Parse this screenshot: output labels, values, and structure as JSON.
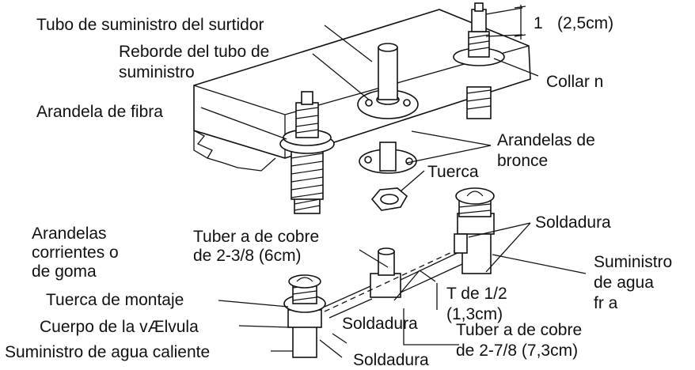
{
  "labels": {
    "supply_tube": "Tubo de suministro del surtidor",
    "supply_flange_1": "Reborde del tubo de",
    "supply_flange_2": "suministro",
    "dimension_value": "1",
    "dimension_metric": "(2,5cm)",
    "collar": "Collar n",
    "fiber_washer": "Arandela de fibra",
    "brass_washers_1": "Arandelas de",
    "brass_washers_2": "bronce",
    "nut": "Tuerca",
    "solder_top": "Soldadura",
    "washers_1": "Arandelas",
    "washers_2": "corrientes o",
    "washers_3": "de goma",
    "copper_pipe_38_1": "Tuber a de cobre",
    "copper_pipe_38_2": "de 2-3/8  (6cm)",
    "cold_supply_1": "Suministro",
    "cold_supply_2": "de agua",
    "cold_supply_3": "fr a",
    "mount_nut": "Tuerca de montaje",
    "tee_1": "T de 1/2",
    "tee_2": "(1,3cm)",
    "valve_body": "Cuerpo de la vÆlvula",
    "solder_mid": "Soldadura",
    "copper_pipe_78_1": "Tuber a de cobre",
    "copper_pipe_78_2": "de 2-7/8  (7,3cm)",
    "hot_supply": "Suministro de agua caliente",
    "solder_bottom": "Soldadura"
  },
  "icons": [
    "faucet-valve-icon",
    "spout-tube-icon",
    "hex-nut-icon",
    "tee-fitting-icon"
  ],
  "colors": {
    "ink": "#111111",
    "background": "#ffffff"
  }
}
